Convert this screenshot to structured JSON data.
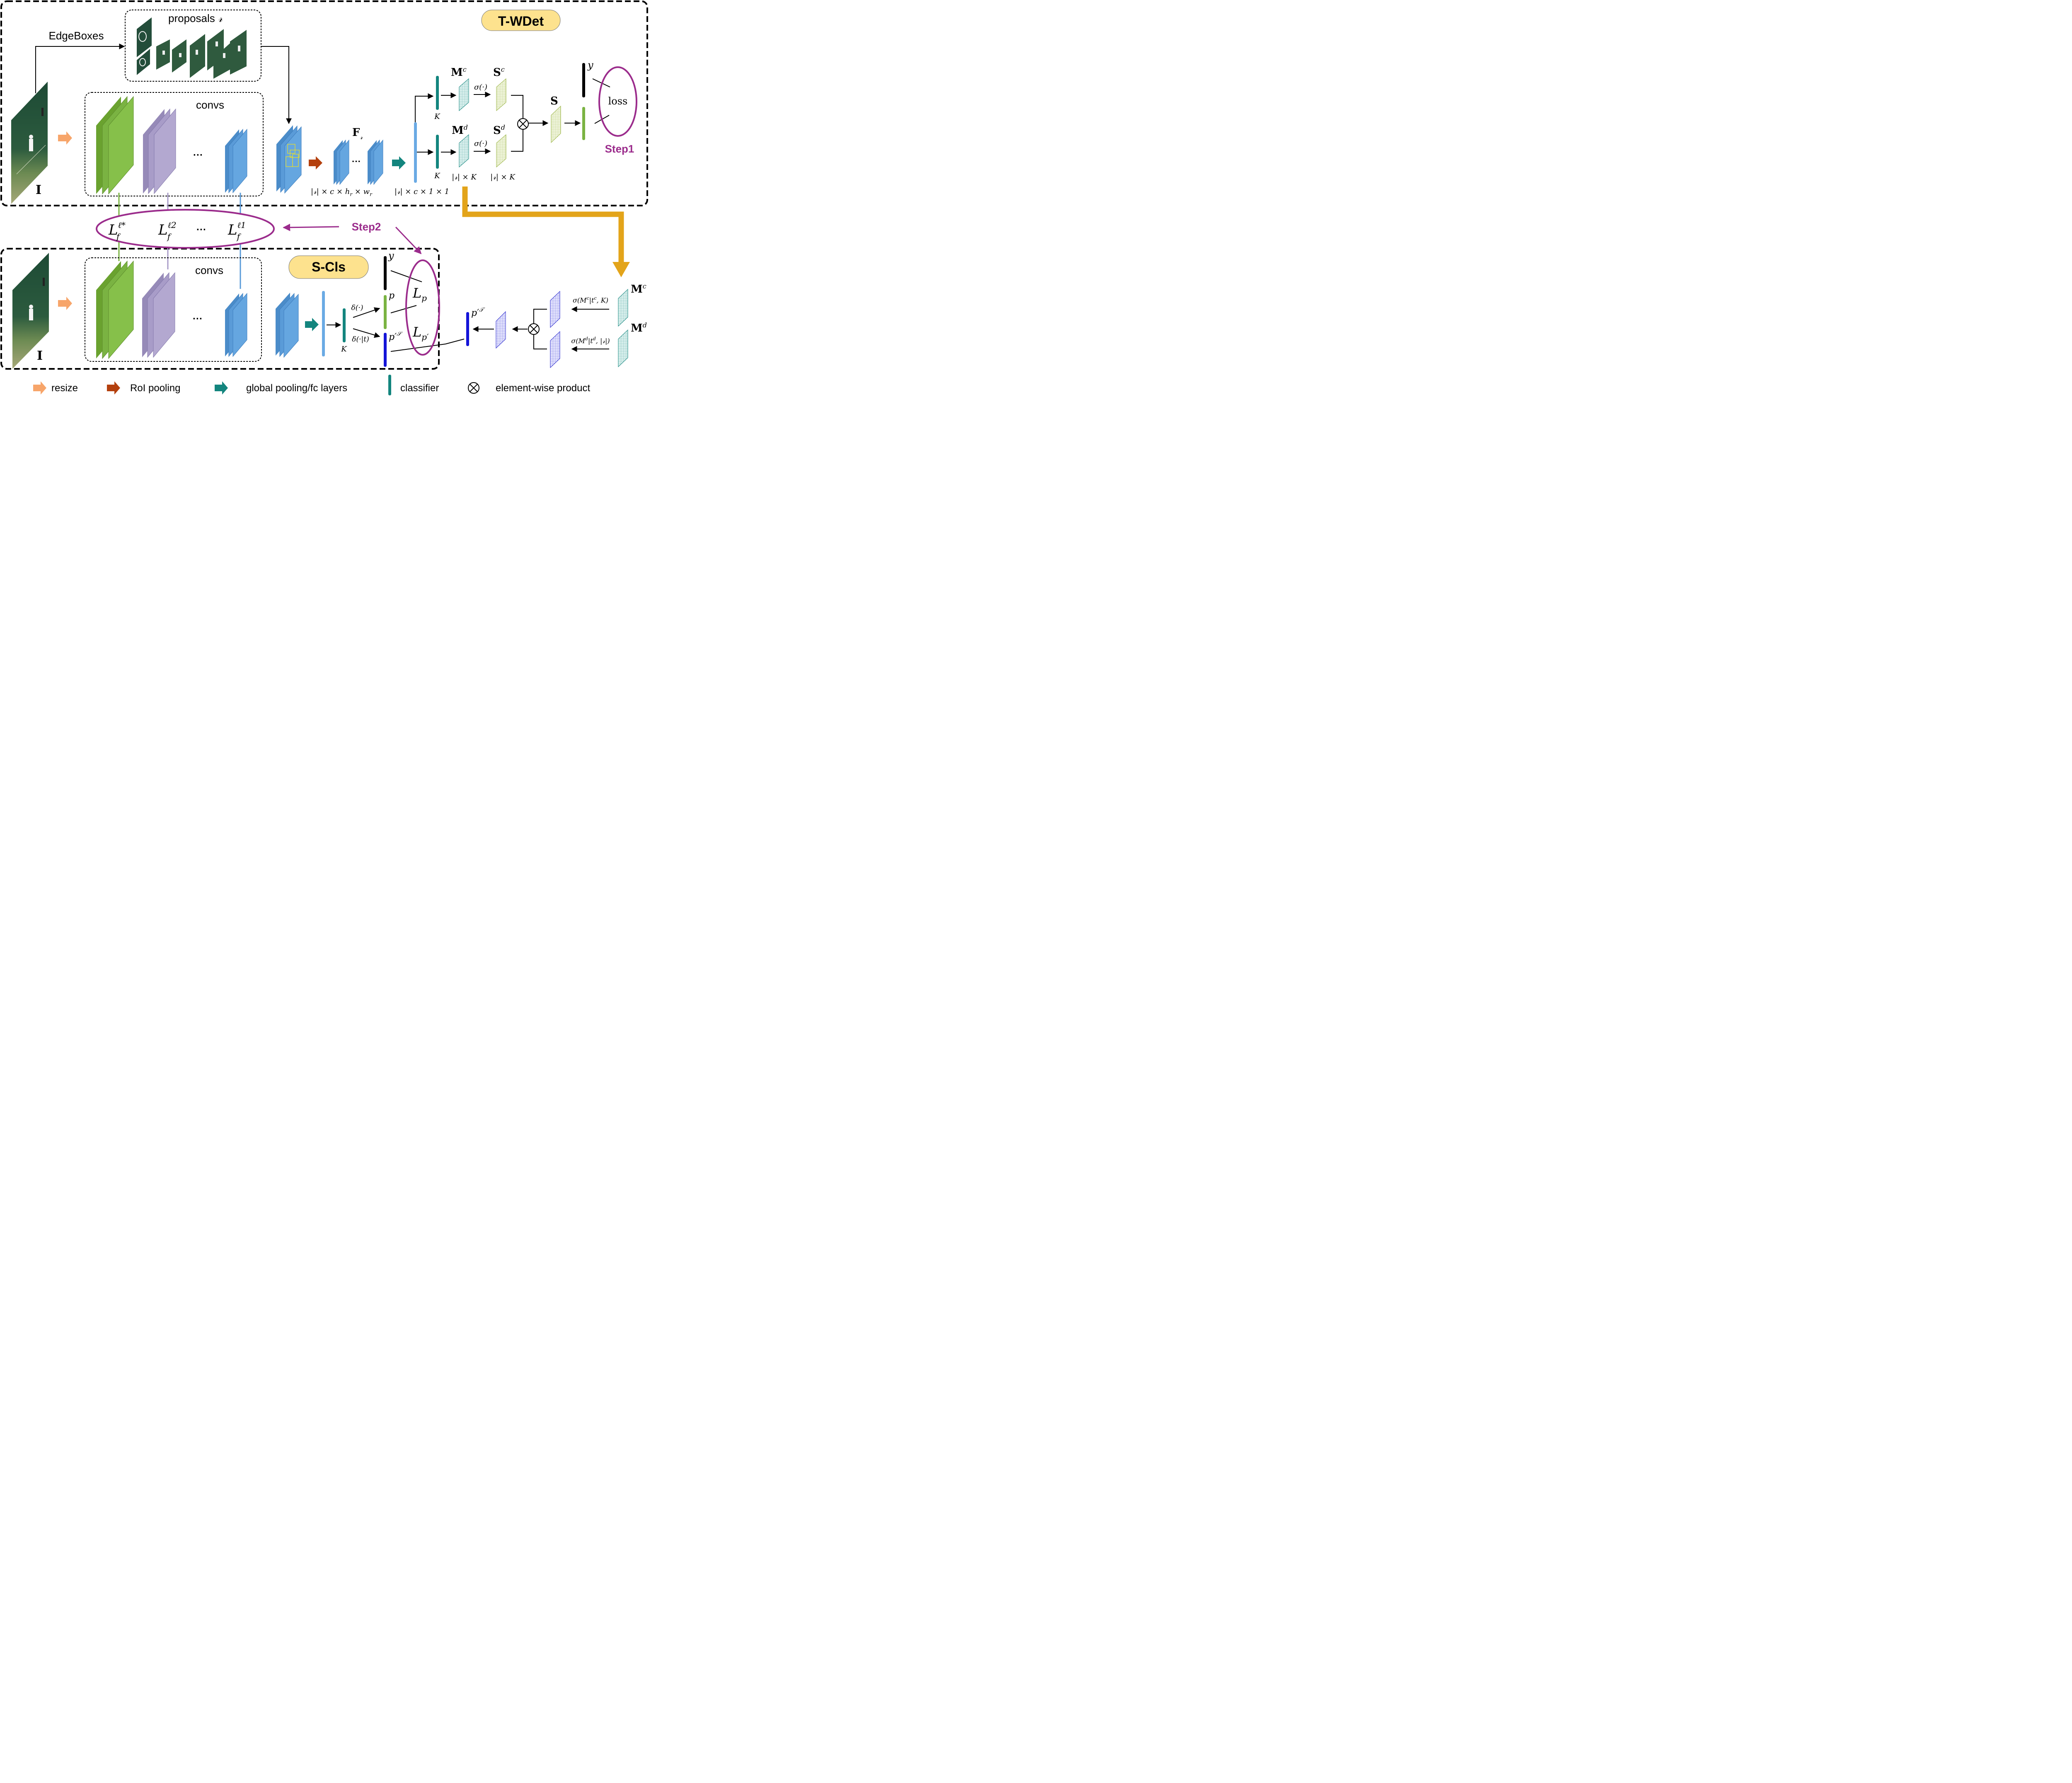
{
  "title_top": "T-WDet",
  "title_bottom": "S-Cls",
  "top": {
    "edgeboxes": "EdgeBoxes",
    "proposals_text": "proposals ",
    "proposals_sym": "𝓇",
    "convs": "convs",
    "dots": "···",
    "input": "I",
    "F_main": "F",
    "F_sub": "𝓇",
    "dim_feat": "|𝓇| × c × h",
    "dim_feat_r": "r",
    "dim_feat_w": " × w",
    "dim_pool": "|𝓇| × c × 1 × 1",
    "K1": "K",
    "K2": "K",
    "Mc": "M",
    "Mc_sup": "c",
    "Md": "M",
    "Md_sup": "d",
    "Sc": "S",
    "Sc_sup": "c",
    "Sd": "S",
    "Sd_sup": "d",
    "sigma1": "σ(·)",
    "sigma2": "σ(·)",
    "dimRK1": "|𝓇| × K",
    "dimRK2": "|𝓇| × K",
    "S": "S",
    "y": "y",
    "loss": "loss",
    "step1": "Step1"
  },
  "middle": {
    "L1": "L",
    "L1_sup": "ℓ*",
    "L1_sub": "f",
    "L2": "L",
    "L2_sup": "ℓ2",
    "L2_sub": "f",
    "dots": "···",
    "L3": "L",
    "L3_sup": "ℓ1",
    "L3_sub": "f",
    "step2": "Step2"
  },
  "bottom": {
    "convs": "convs",
    "dots": "···",
    "input": "I",
    "K": "K",
    "delta1": "δ(·)",
    "delta2": "δ(·|t)",
    "y": "y",
    "p": "p",
    "ps": "p′",
    "ps_sup": "𝒮",
    "Lp": "L",
    "Lp_sub": "p",
    "Lps": "L",
    "Lps_sub": "p′",
    "pt": "p′",
    "pt_sup": "𝒯",
    "sig_c": "σ(M",
    "sig_c_rest": "|t",
    "sig_c_end": ", K)",
    "sig_d": "σ(M",
    "sig_d_rest": "|t",
    "sig_d_end": ", |𝓇|)",
    "sup_c": "c",
    "sup_d": "d",
    "Mc": "M",
    "Mc_sup": "c",
    "Md": "M",
    "Md_sup": "d"
  },
  "legend": [
    {
      "label": "resize",
      "icon": "arrow-icon",
      "color": "#f7a56a"
    },
    {
      "label": "RoI pooling",
      "icon": "arrow-icon",
      "color": "#b4400e"
    },
    {
      "label": "global pooling/fc layers",
      "icon": "arrow-icon",
      "color": "#13857e"
    },
    {
      "label": "classifier",
      "icon": "bar-icon",
      "color": "#13857e"
    },
    {
      "label": "element-wise product",
      "icon": "otimes-icon",
      "color": "#000000"
    }
  ],
  "colors": {
    "green": "#7ab342",
    "purple": "#a89cc8",
    "blue": "#5a9bd8",
    "teal": "#13857e",
    "magenta": "#9b2c8c",
    "gold": "#e3a41a",
    "yellow_box": "#fde28e",
    "navy": "#1414d8"
  }
}
